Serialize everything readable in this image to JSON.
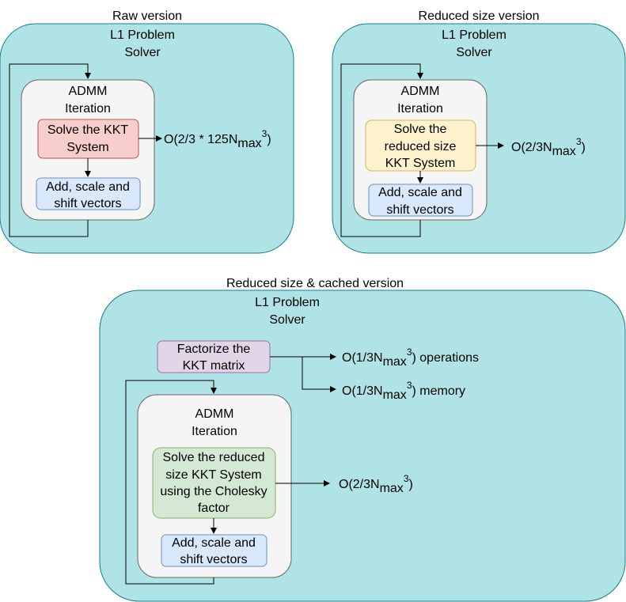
{
  "colors": {
    "outer_fill": "#b0e3e6",
    "outer_stroke": "#0e8088",
    "admm_fill": "#f5f5f5",
    "admm_stroke": "#666666",
    "kkt_raw_fill": "#f8cecc",
    "kkt_reduced_fill": "#fff2cc",
    "kkt_cached_fill": "#d5e8d4",
    "vector_fill": "#dae8fc",
    "factorize_fill": "#e1d5e7"
  },
  "panels": {
    "raw": {
      "title": "Raw version",
      "solver": [
        "L1 Problem",
        "Solver"
      ],
      "admm": [
        "ADMM",
        "Iteration"
      ],
      "kkt": [
        "Solve the KKT",
        "System"
      ],
      "vectors": [
        "Add, scale and",
        "shift vectors"
      ],
      "complexity": {
        "pre": "O(2/3 * 125N",
        "sub": "max",
        "sup": "3",
        "post": ")"
      }
    },
    "reduced": {
      "title": "Reduced size version",
      "solver": [
        "L1 Problem",
        "Solver"
      ],
      "admm": [
        "ADMM",
        "Iteration"
      ],
      "kkt": [
        "Solve the",
        "reduced size",
        "KKT System"
      ],
      "vectors": [
        "Add, scale and",
        "shift vectors"
      ],
      "complexity": {
        "pre": "O(2/3N",
        "sub": "max",
        "sup": "3",
        "post": ")"
      }
    },
    "cached": {
      "title": "Reduced size & cached version",
      "solver": [
        "L1 Problem",
        "Solver"
      ],
      "factorize": [
        "Factorize the",
        "KKT matrix"
      ],
      "factorize_ops": {
        "pre": "O(1/3N",
        "sub": "max",
        "sup": "3",
        "post": ") operations"
      },
      "factorize_mem": {
        "pre": "O(1/3N",
        "sub": "max",
        "sup": "3",
        "post": ") memory"
      },
      "admm": [
        "ADMM",
        "Iteration"
      ],
      "kkt": [
        "Solve the reduced",
        "size KKT System",
        "using the Cholesky",
        "factor"
      ],
      "vectors": [
        "Add, scale and",
        "shift vectors"
      ],
      "complexity": {
        "pre": "O(2/3N",
        "sub": "max",
        "sup": "3",
        "post": ")"
      }
    }
  }
}
